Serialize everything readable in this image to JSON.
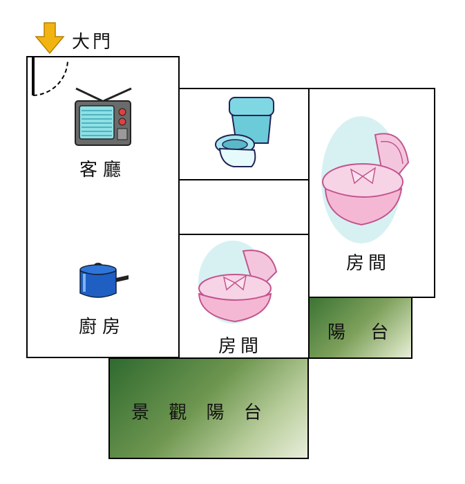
{
  "entrance": {
    "label": "大門"
  },
  "rooms": {
    "living_room": "客廳",
    "kitchen": "廚房",
    "bedroom_right": "房間",
    "bedroom_lower": "房間",
    "balcony": "陽 台",
    "scenic_balcony": "景 觀 陽 台"
  },
  "colors": {
    "arrow": "#f2b411",
    "balcony_dark": "#2f6a2f",
    "balcony_light": "#dfe8cc",
    "walls": "#000000"
  }
}
